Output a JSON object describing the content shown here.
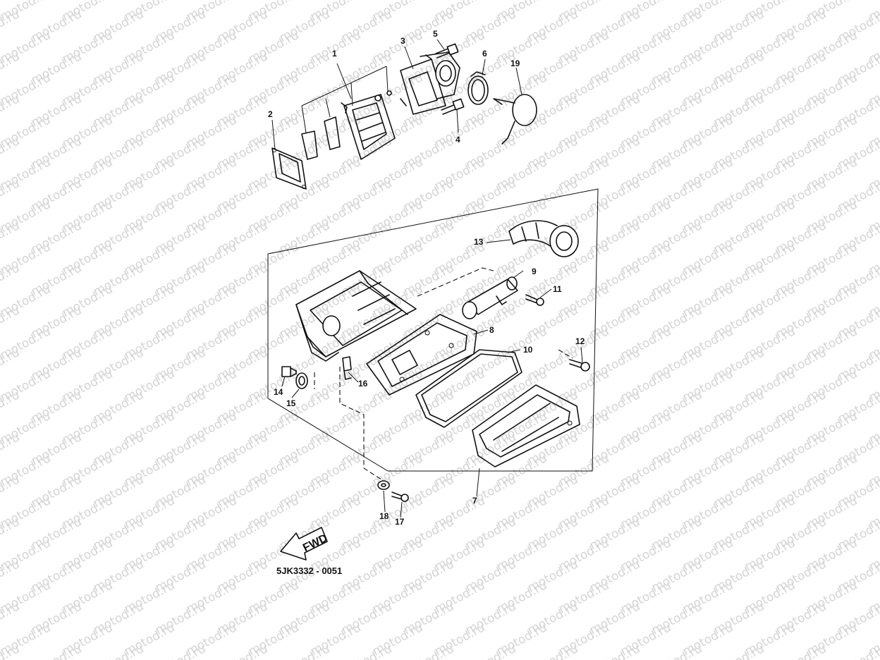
{
  "watermark": "motod.ru",
  "diagram_code": "5JK3332 - 0051",
  "direction_label": "FWD",
  "callouts": [
    "1",
    "2",
    "3",
    "4",
    "5",
    "6",
    "19",
    "13",
    "9",
    "11",
    "8",
    "10",
    "12",
    "14",
    "15",
    "16",
    "7",
    "18",
    "17"
  ],
  "colors": {
    "line": "#111111",
    "watermark": "#d4d4d4",
    "background": "#ffffff"
  }
}
